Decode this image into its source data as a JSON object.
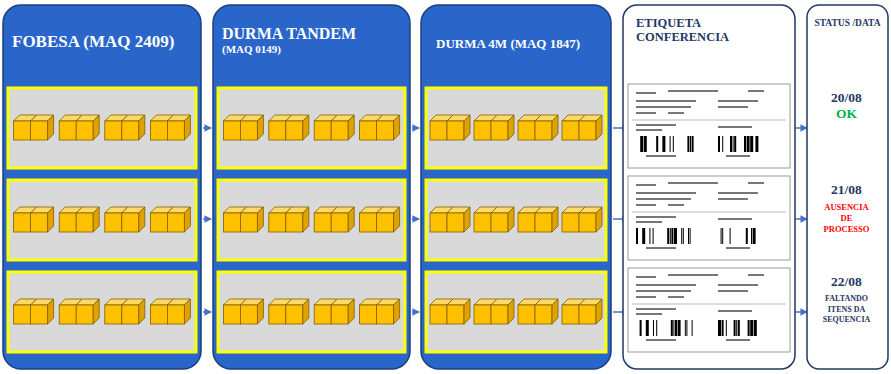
{
  "diagram": {
    "nodes": [
      {
        "text": [
          "FOBESA (MAQ 2409)"
        ]
      },
      {
        "text": [
          "DURMA TANDEM",
          "(MAQ 0149)"
        ]
      },
      {
        "text": [
          "DURMA 4M (MAQ 1847)"
        ]
      },
      {
        "text": [
          "ETIQUETA CONFERENCIA"
        ]
      },
      {
        "text": [
          "STATUS /DATA"
        ]
      },
      {
        "text": [
          "20/08",
          "OK"
        ],
        "in": 4
      },
      {
        "text": [
          "21/08",
          "AUSENCIA DE PROCESSO"
        ],
        "in": 4
      },
      {
        "text": [
          "22/08",
          "FALTANDO ITENS DA SEQUENCIA"
        ],
        "in": 4
      }
    ]
  }
}
